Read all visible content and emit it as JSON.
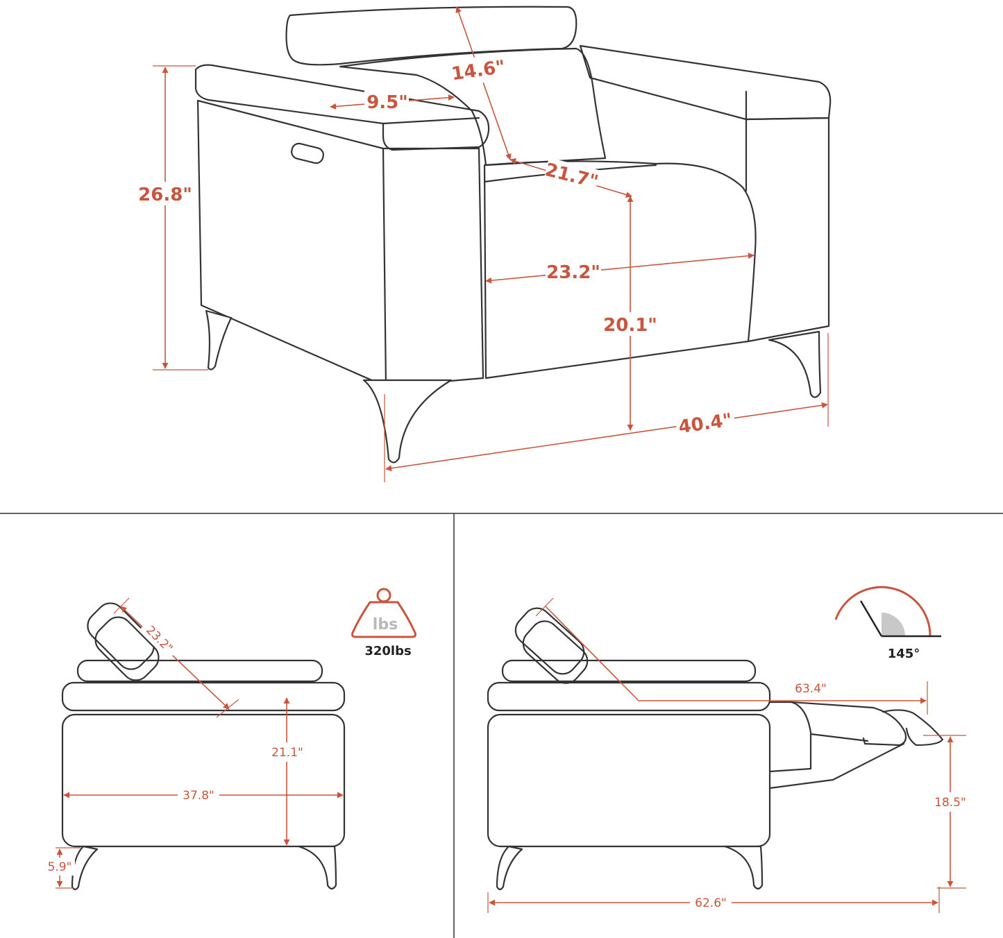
{
  "colors": {
    "dimension": "#c8553d",
    "outline": "#333333",
    "icon_fill": "#c8c8c8",
    "background": "#ffffff"
  },
  "top_view": {
    "dimensions": {
      "headrest_depth": "14.6\"",
      "arm_width": "9.5\"",
      "total_height": "26.8\"",
      "seat_depth": "21.7\"",
      "seat_width": "23.2\"",
      "seat_height": "20.1\"",
      "total_width": "40.4\""
    }
  },
  "side_view": {
    "dimensions": {
      "backrest": "23.2\"",
      "arm_height": "21.1\"",
      "depth": "37.8\"",
      "leg_height": "5.9\""
    },
    "weight_icon": {
      "icon": "weight-icon",
      "icon_label": "lbs",
      "capacity": "320lbs"
    }
  },
  "reclined_view": {
    "dimensions": {
      "reclined_length": "63.4\"",
      "footrest_height": "18.5\"",
      "total_length": "62.6\""
    },
    "angle_icon": {
      "icon": "angle-icon",
      "angle": "145°"
    }
  }
}
